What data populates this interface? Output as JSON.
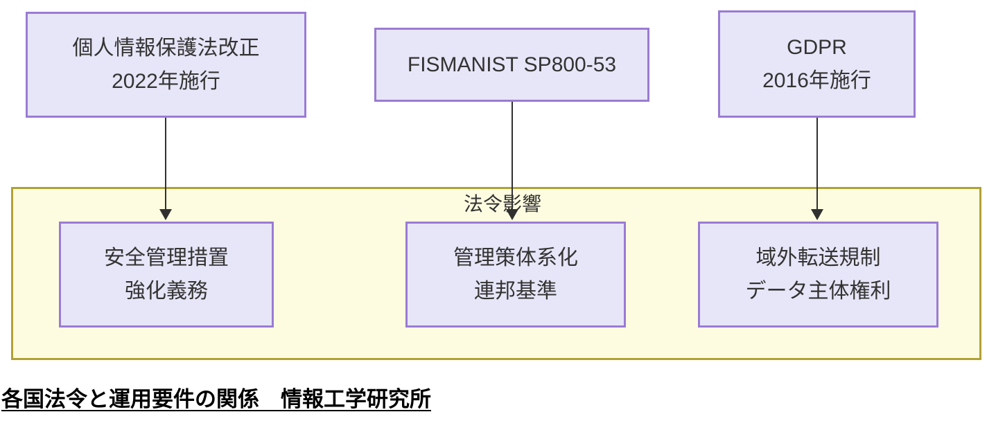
{
  "diagram": {
    "source_boxes": [
      {
        "lines": [
          "個人情報保護法改正",
          "2022年施行"
        ]
      },
      {
        "lines": [
          "FISMANIST SP800-53"
        ]
      },
      {
        "lines": [
          "GDPR",
          "2016年施行"
        ]
      }
    ],
    "container_label": "法令影響",
    "impact_boxes": [
      {
        "lines": [
          "安全管理措置",
          "強化義務"
        ]
      },
      {
        "lines": [
          "管理策体系化",
          "連邦基準"
        ]
      },
      {
        "lines": [
          "域外転送規制",
          "データ主体権利"
        ]
      }
    ],
    "caption": "各国法令と運用要件の関係　情報工学研究所",
    "colors": {
      "box_fill": "#e7e6f8",
      "box_border": "#9a7bd3",
      "container_fill": "#fdfce1",
      "container_border": "#b0a133",
      "arrow_color": "#303030",
      "text_color": "#333333",
      "caption_color": "#000000"
    }
  }
}
